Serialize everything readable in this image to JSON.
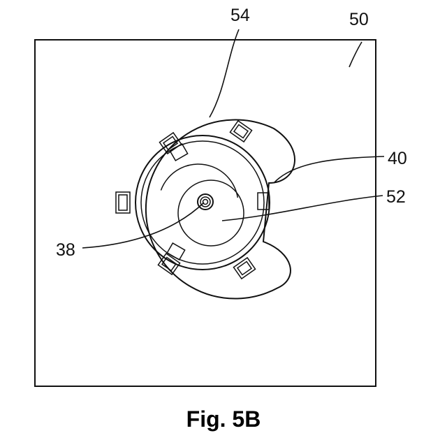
{
  "labels": {
    "ref_50": "50",
    "ref_54": "54",
    "ref_40": "40",
    "ref_52": "52",
    "ref_38": "38"
  },
  "caption": "Fig. 5B"
}
